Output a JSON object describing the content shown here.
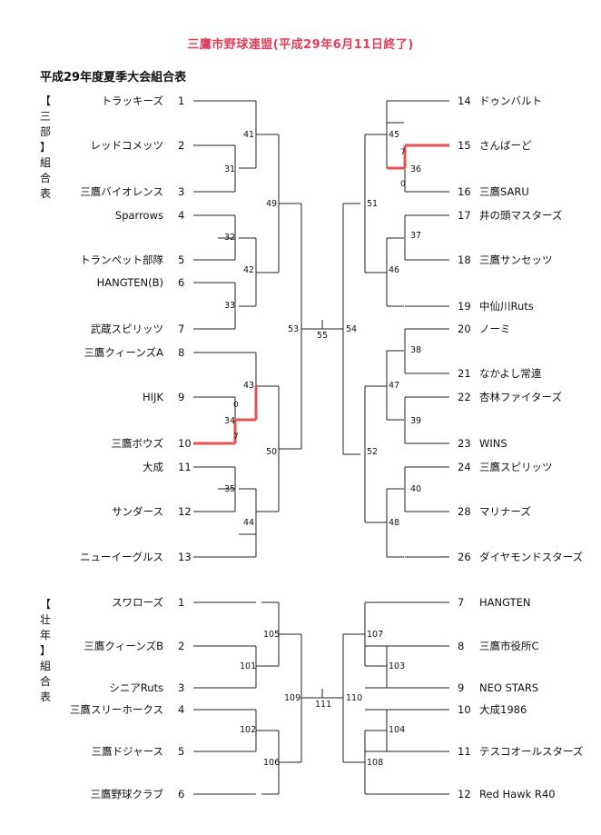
{
  "header": {
    "title": "三鷹市野球連盟(平成29年6月11日終了)",
    "subtitle": "平成29年度夏季大会組合表"
  },
  "sections": [
    {
      "side_label": "【三部】組合表",
      "left_teams": [
        {
          "num": "1",
          "name": "トラッキーズ"
        },
        {
          "num": "2",
          "name": "レッドコメッツ"
        },
        {
          "num": "3",
          "name": "三鷹バイオレンス"
        },
        {
          "num": "4",
          "name": "Sparrows"
        },
        {
          "num": "5",
          "name": "トランペット部隊"
        },
        {
          "num": "6",
          "name": "HANGTEN(B)"
        },
        {
          "num": "7",
          "name": "武蔵スピリッツ"
        },
        {
          "num": "8",
          "name": "三鷹クィーンズA"
        },
        {
          "num": "9",
          "name": "HIJK"
        },
        {
          "num": "10",
          "name": "三鷹ボウズ"
        },
        {
          "num": "11",
          "name": "大成"
        },
        {
          "num": "12",
          "name": "サンダース"
        },
        {
          "num": "13",
          "name": "ニューイーグルス"
        }
      ],
      "right_teams": [
        {
          "num": "14",
          "name": "ドゥンバルト"
        },
        {
          "num": "15",
          "name": "さんばーど"
        },
        {
          "num": "16",
          "name": "三鷹SARU"
        },
        {
          "num": "17",
          "name": "井の頭マスターズ"
        },
        {
          "num": "18",
          "name": "三鷹サンセッツ"
        },
        {
          "num": "19",
          "name": "中仙川Ruts"
        },
        {
          "num": "20",
          "name": "ノーミ"
        },
        {
          "num": "21",
          "name": "なかよし常連"
        },
        {
          "num": "22",
          "name": "杏林ファイターズ"
        },
        {
          "num": "23",
          "name": "WINS"
        },
        {
          "num": "24",
          "name": "三鷹スピリッツ"
        },
        {
          "num": "28",
          "name": "マリナーズ"
        },
        {
          "num": "26",
          "name": "ダイヤモンドスターズ"
        }
      ],
      "matches": [
        "31",
        "32",
        "33",
        "34",
        "35",
        "36",
        "37",
        "38",
        "39",
        "40",
        "41",
        "42",
        "43",
        "44",
        "45",
        "46",
        "47",
        "48",
        "49",
        "50",
        "51",
        "52",
        "53",
        "54",
        "55"
      ],
      "scores": [
        "0",
        "7",
        "7",
        "0"
      ]
    },
    {
      "side_label": "【壮年】組合表",
      "left_teams": [
        {
          "num": "1",
          "name": "スワローズ"
        },
        {
          "num": "2",
          "name": "三鷹クィーンズB"
        },
        {
          "num": "3",
          "name": "シニアRuts"
        },
        {
          "num": "4",
          "name": "三鷹スリーホークス"
        },
        {
          "num": "5",
          "name": "三鷹ドジャース"
        },
        {
          "num": "6",
          "name": "三鷹野球クラブ"
        }
      ],
      "right_teams": [
        {
          "num": "7",
          "name": "HANGTEN"
        },
        {
          "num": "8",
          "name": "三鷹市役所C"
        },
        {
          "num": "9",
          "name": "NEO STARS"
        },
        {
          "num": "10",
          "name": "大成1986"
        },
        {
          "num": "11",
          "name": "テスコオールスターズ"
        },
        {
          "num": "12",
          "name": "Red Hawk R40"
        }
      ],
      "matches": [
        "101",
        "102",
        "103",
        "104",
        "105",
        "106",
        "107",
        "108",
        "109",
        "110",
        "111"
      ]
    }
  ],
  "colors": {
    "title": "#e0405a",
    "highlight": "#e8504f",
    "line": "#222222"
  }
}
